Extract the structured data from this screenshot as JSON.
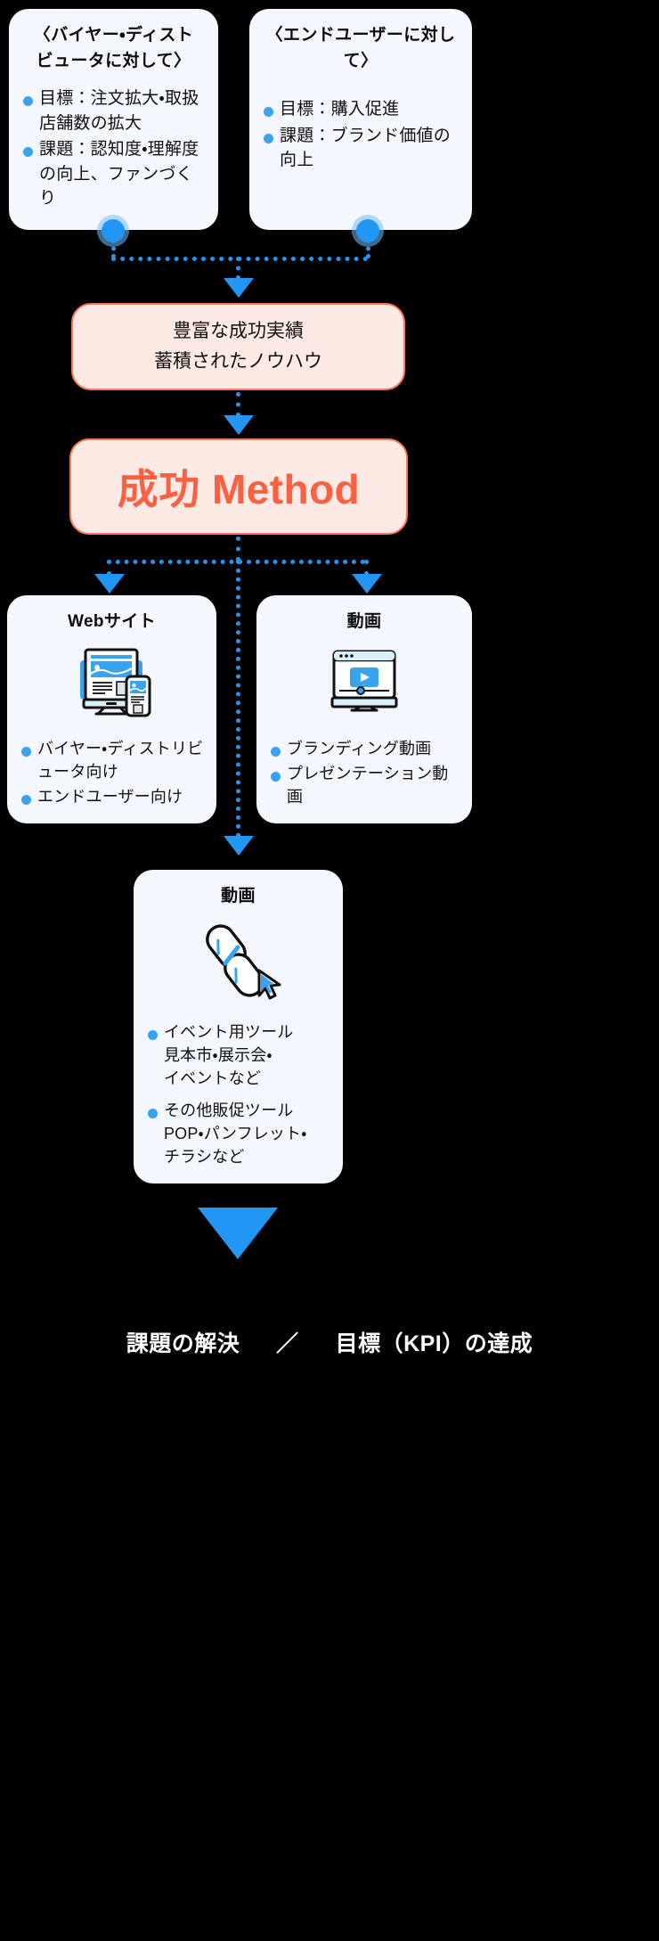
{
  "colors": {
    "background": "#000000",
    "card_bg": "#f4f8fe",
    "accent_blue": "#2196f3",
    "accent_orange": "#fa6042",
    "pink_bg": "#fdeae5",
    "pink_border": "#fa7757",
    "text_dark": "#111111",
    "text_light": "#ffffff"
  },
  "audience_cards": [
    {
      "title": "〈バイヤー・ディスト\nビュータに対して〉",
      "bullets": [
        "目標：注文拡大・取扱店舗数の拡大",
        "課題：認知度・理解度の向上、ファンづくり"
      ]
    },
    {
      "title": "〈エンドユーザーに対して〉",
      "bullets": [
        "目標：購入促進",
        "課題：ブランド価値の向上"
      ]
    }
  ],
  "experience_box": {
    "line1": "豊富な成功実績",
    "line2": "蓄積されたノウハウ"
  },
  "method_box": {
    "label": "成功 Method"
  },
  "deliverables": [
    {
      "title": "Webサイト",
      "icon": "website-devices-icon",
      "bullets": [
        "バイヤー・ディストリビュータ向け",
        "エンドユーザー向け"
      ]
    },
    {
      "title": "動画",
      "icon": "video-player-icon",
      "bullets": [
        "ブランディング動画",
        "プレゼンテーション動画"
      ]
    }
  ],
  "tools_card": {
    "title": "動画",
    "icon": "chain-link-cursor-icon",
    "bullets": [
      "イベント用ツール\n見本市・展示会・\nイベントなど",
      "その他販促ツール\nPOP・パンフレット・\nチラシなど"
    ]
  },
  "footer": {
    "left": "課題の解決",
    "separator": "／",
    "right": "目標（KPI）の達成"
  }
}
